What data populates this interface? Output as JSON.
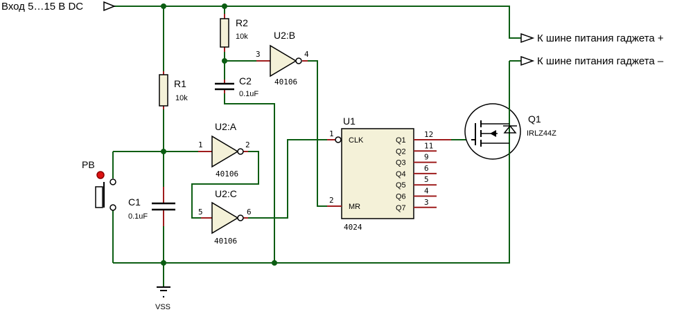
{
  "colors": {
    "wire": "#0b5d12",
    "body": "#8b0000",
    "pin": "#9e1b1b",
    "chip": "#f4f1d8",
    "junction": "#0b5d12",
    "text": "#000000"
  },
  "ports": {
    "input": "Вход 5…15 В DC",
    "out_plus": "К шине питания гаджета +",
    "out_minus": "К шине питания гаджета –",
    "vss": "VSS"
  },
  "components": {
    "r1": {
      "ref": "R1",
      "value": "10k"
    },
    "r2": {
      "ref": "R2",
      "value": "10k"
    },
    "c1": {
      "ref": "C1",
      "value": "0.1uF"
    },
    "c2": {
      "ref": "C2",
      "value": "0.1uF"
    },
    "pb": {
      "ref": "PB"
    },
    "u2a": {
      "ref": "U2:A",
      "part": "40106",
      "pin_in": "1",
      "pin_out": "2"
    },
    "u2b": {
      "ref": "U2:B",
      "part": "40106",
      "pin_in": "3",
      "pin_out": "4"
    },
    "u2c": {
      "ref": "U2:C",
      "part": "40106",
      "pin_in": "5",
      "pin_out": "6"
    },
    "u1": {
      "ref": "U1",
      "part": "4024",
      "clk_label": "CLK",
      "clk_pin": "1",
      "mr_label": "MR",
      "mr_pin": "2",
      "outputs": [
        {
          "label": "Q1",
          "pin": "12"
        },
        {
          "label": "Q2",
          "pin": "11"
        },
        {
          "label": "Q3",
          "pin": "9"
        },
        {
          "label": "Q4",
          "pin": "6"
        },
        {
          "label": "Q5",
          "pin": "5"
        },
        {
          "label": "Q6",
          "pin": "4"
        },
        {
          "label": "Q7",
          "pin": "3"
        }
      ]
    },
    "q1": {
      "ref": "Q1",
      "part": "IRLZ44Z"
    }
  }
}
